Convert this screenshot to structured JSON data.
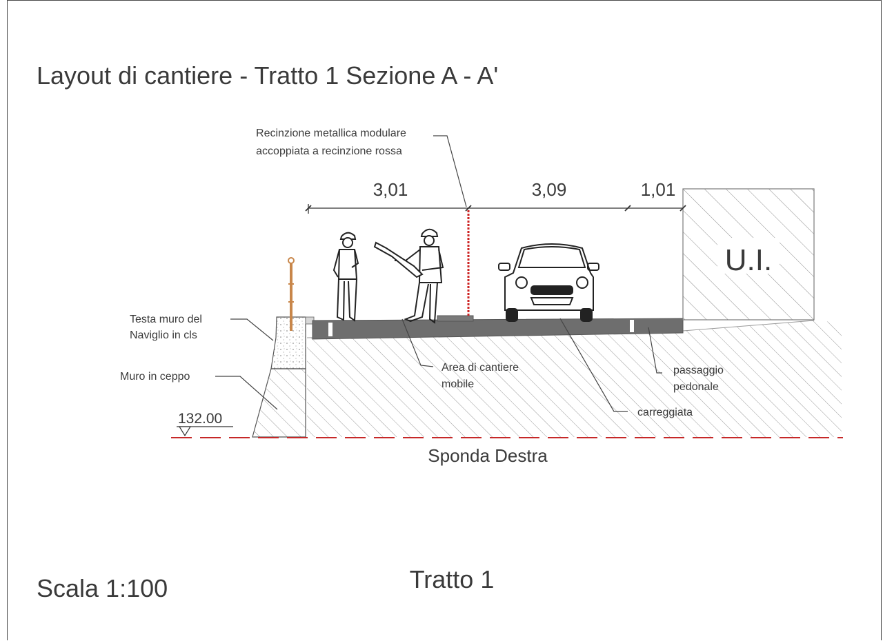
{
  "title": "Layout di cantiere - Tratto 1 Sezione A - A'",
  "labels": {
    "fence_line1": "Recinzione metallica modulare",
    "fence_line2": "accoppiata a recinzione rossa",
    "wall_head_line1": "Testa muro del",
    "wall_head_line2": "Naviglio in cls",
    "wall": "Muro in ceppo",
    "site_area_line1": "Area di cantiere",
    "site_area_line2": "mobile",
    "pedestrian_line1": "passaggio",
    "pedestrian_line2": "pedonale",
    "roadway": "carreggiata",
    "building": "U.I.",
    "bank": "Sponda Destra",
    "elevation": "132.00"
  },
  "dimensions": {
    "site_width": "3,01",
    "road_width": "3,09",
    "walk_width": "1,01"
  },
  "footer": {
    "scale": "Scala 1:100",
    "section": "Tratto 1"
  },
  "colors": {
    "line": "#4a4a4a",
    "road": "#6e6e6e",
    "fence_red": "#cc2222",
    "water_line": "#c62828",
    "bollard": "#c8864a"
  }
}
